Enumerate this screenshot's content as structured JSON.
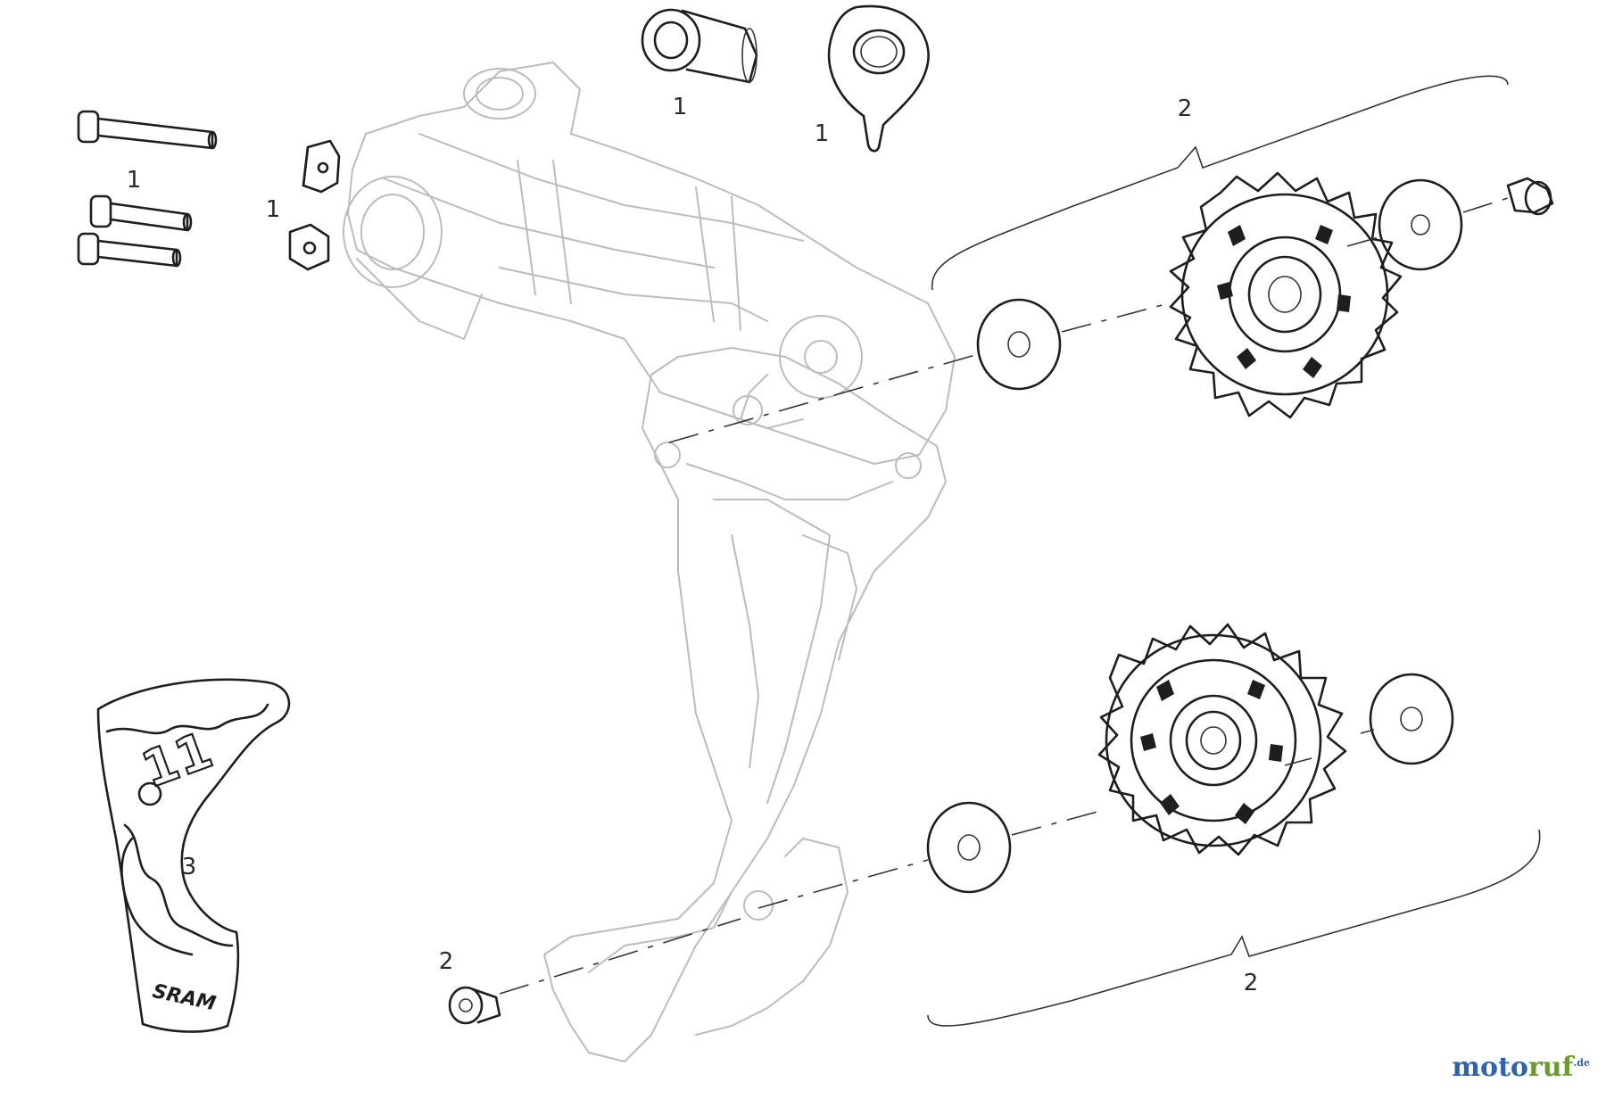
{
  "callouts": {
    "c1": "1",
    "c2": "1",
    "c3": "1",
    "c4": "1",
    "c5": "2",
    "c6": "2",
    "c7": "2",
    "c8": "3"
  },
  "logos": {
    "cage_brand": "SRAM",
    "cage_number": "11"
  },
  "watermark": {
    "part1": "moto",
    "part2": "ruf",
    "tld": ".de"
  },
  "colors": {
    "drawing": "#1e1e1e",
    "ghost": "#bcbcbc",
    "watermark_blue": "#2d63b0",
    "watermark_green": "#6a9b2e"
  }
}
